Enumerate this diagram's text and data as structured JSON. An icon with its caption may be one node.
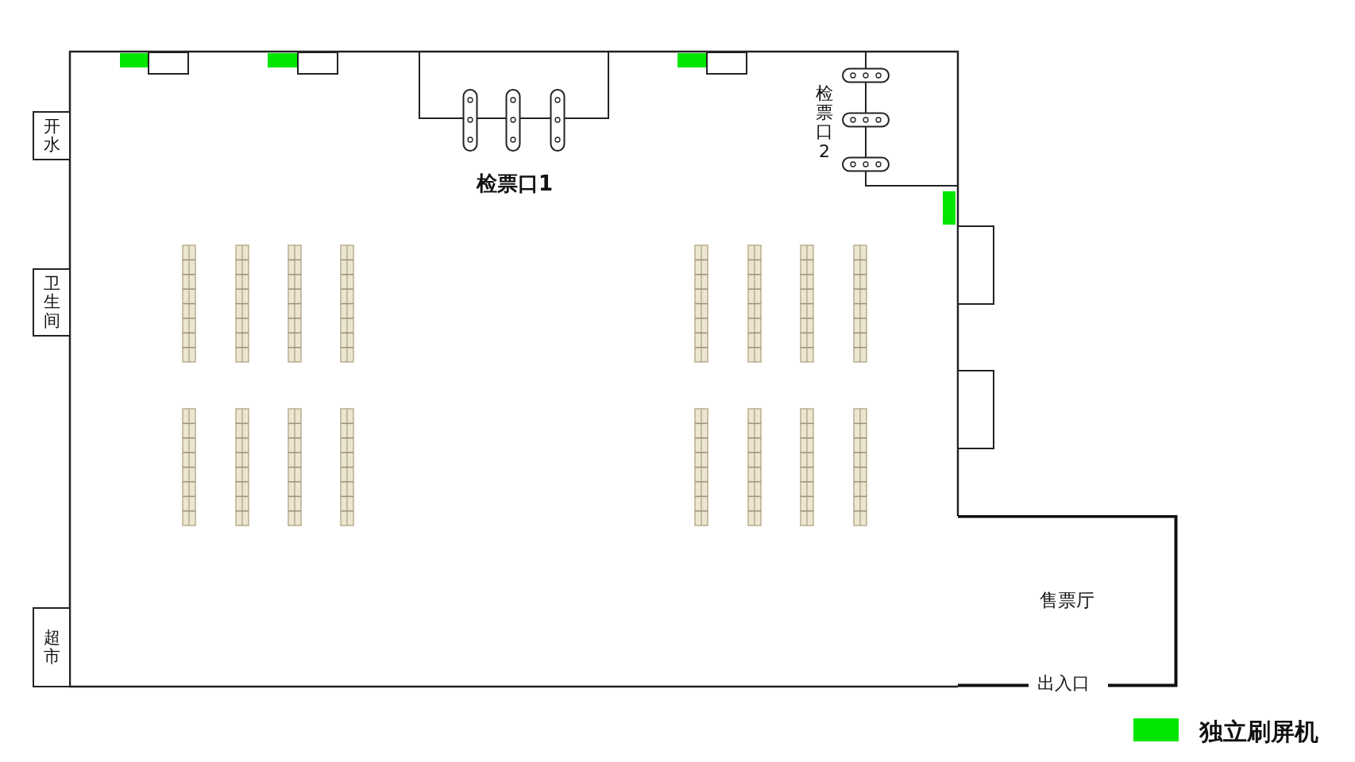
{
  "diagram": {
    "nodes": [
      {
        "text": [
          "开水"
        ]
      },
      {
        "text": [
          "卫生间"
        ]
      },
      {
        "text": [
          "超市"
        ]
      },
      {
        "text": [],
        "shape": "box"
      },
      {
        "text": [],
        "shape": "box"
      },
      {
        "text": [
          "售票厅"
        ]
      }
    ],
    "labels": [
      "检票口1",
      "检票口2",
      "出入口"
    ],
    "legend": [
      {
        "text": "独立刷屏机",
        "color": "#00e600"
      }
    ]
  }
}
